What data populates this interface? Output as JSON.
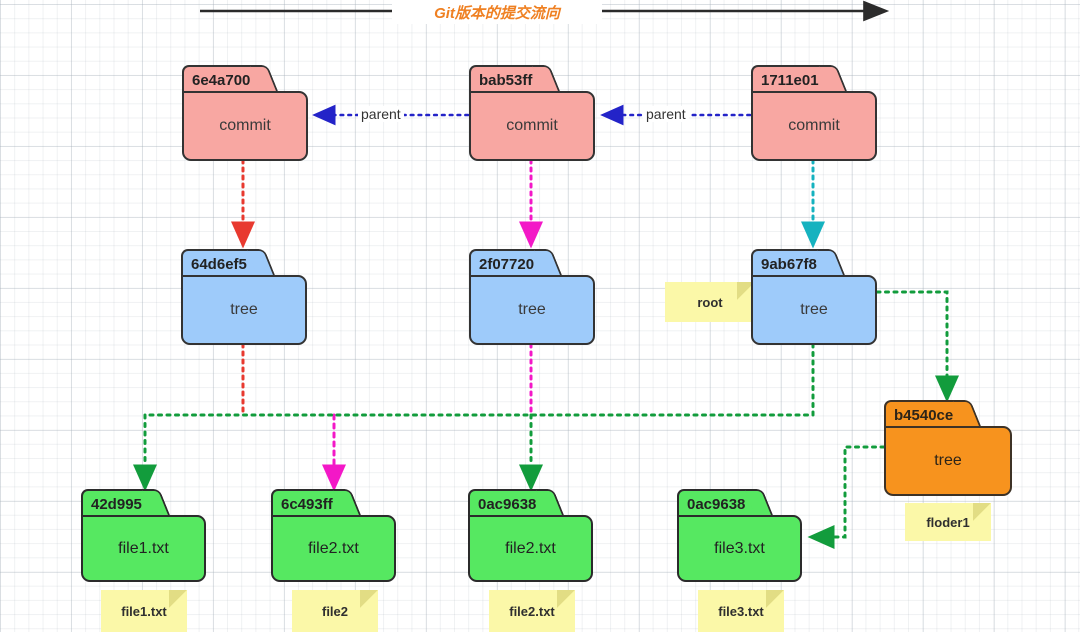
{
  "diagram": {
    "title": "Git版本的提交流向",
    "title_color": "#ef8022",
    "edge_labels": {
      "parent_1": "parent",
      "parent_2": "parent"
    },
    "colors": {
      "commit_fill": "#f8a7a2",
      "tree_fill": "#9ecbfa",
      "tree_folder_fill": "#f7931e",
      "blob_fill": "#56e861",
      "note_fill": "#fbf8a8",
      "stroke": "#333333",
      "arrow_parent": "#2323c8",
      "arrow_red": "#e8392f",
      "arrow_magenta": "#f318c7",
      "arrow_teal": "#15b2bf",
      "arrow_green": "#129c3c"
    },
    "nodes": {
      "commit_1": {
        "hash": "6e4a700",
        "type": "commit"
      },
      "commit_2": {
        "hash": "bab53ff",
        "type": "commit"
      },
      "commit_3": {
        "hash": "1711e01",
        "type": "commit"
      },
      "tree_1": {
        "hash": "64d6ef5",
        "type": "tree"
      },
      "tree_2": {
        "hash": "2f07720",
        "type": "tree"
      },
      "tree_3": {
        "hash": "9ab67f8",
        "type": "tree"
      },
      "tree_4": {
        "hash": "b4540ce",
        "type": "tree"
      },
      "blob_1": {
        "hash": "42d995",
        "type": "file1.txt"
      },
      "blob_2": {
        "hash": "6c493ff",
        "type": "file2.txt"
      },
      "blob_3": {
        "hash": "0ac9638",
        "type": "file2.txt"
      },
      "blob_4": {
        "hash": "0ac9638",
        "type": "file3.txt"
      }
    },
    "notes": {
      "root": "root",
      "floder1": "floder1",
      "file1": "file1.txt",
      "file2": "file2",
      "file2b": "file2.txt",
      "file3": "file3.txt"
    }
  }
}
